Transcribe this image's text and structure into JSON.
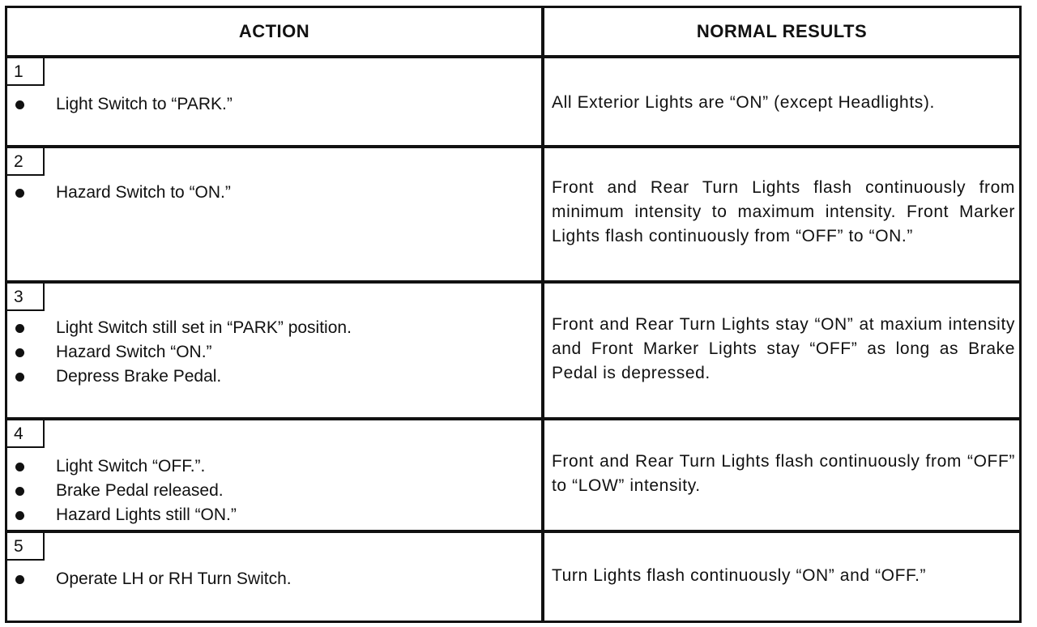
{
  "table": {
    "header": {
      "action": "ACTION",
      "results": "NORMAL RESULTS"
    },
    "rows": [
      {
        "number": "1",
        "actions": [
          "Light Switch to “PARK.”"
        ],
        "result": "All Exterior Lights are “ON” (except Headlights)."
      },
      {
        "number": "2",
        "actions": [
          "Hazard Switch to “ON.”"
        ],
        "result": "Front and Rear Turn Lights flash continuously from minimum intensity to maximum intensity.  Front Marker Lights flash continuously from “OFF” to “ON.”"
      },
      {
        "number": "3",
        "actions": [
          "Light Switch still set in “PARK” position.",
          "Hazard Switch “ON.”",
          "Depress Brake Pedal."
        ],
        "result": "Front and Rear Turn Lights stay “ON” at maxium intensity and Front Marker Lights stay “OFF” as long as Brake Pedal is depressed."
      },
      {
        "number": "4",
        "actions": [
          "Light Switch “OFF.”.",
          "Brake Pedal released.",
          "Hazard Lights still “ON.”"
        ],
        "result": "Front and Rear Turn Lights flash continuously from “OFF” to “LOW” intensity."
      },
      {
        "number": "5",
        "actions": [
          "Operate LH or RH Turn Switch."
        ],
        "result": "Turn Lights flash continuously “ON” and “OFF.”"
      }
    ]
  }
}
